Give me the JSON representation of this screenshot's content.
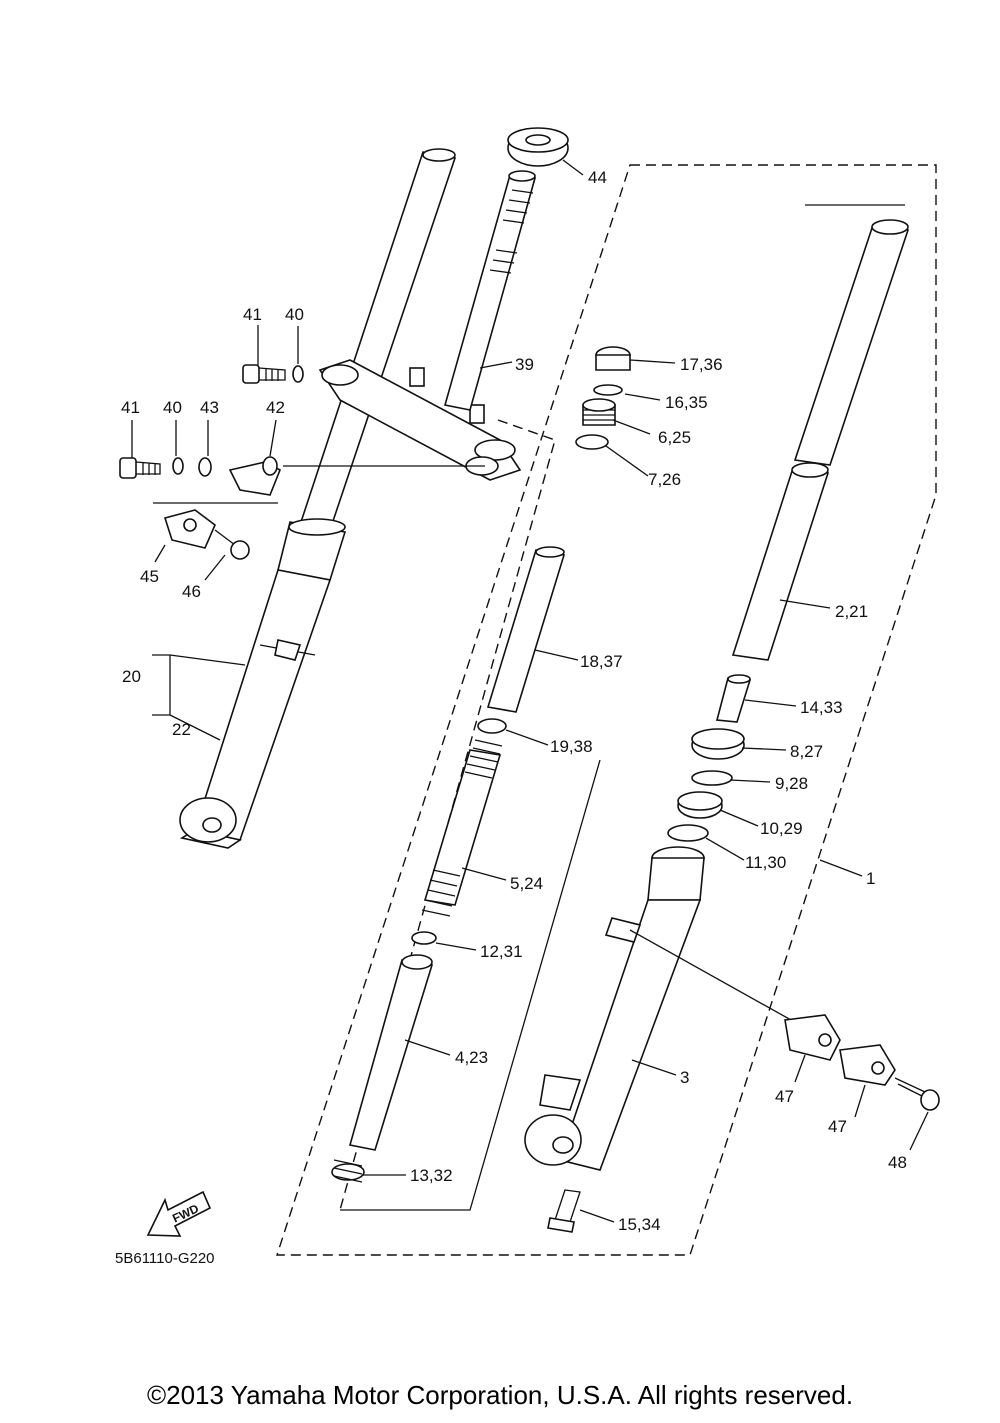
{
  "diagram": {
    "part_labels": [
      "1",
      "2,21",
      "3",
      "4,23",
      "5,24",
      "6,25",
      "7,26",
      "8,27",
      "9,28",
      "10,29",
      "11,30",
      "12,31",
      "13,32",
      "14,33",
      "15,34",
      "16,35",
      "17,36",
      "18,37",
      "19,38",
      "20",
      "22",
      "39",
      "40",
      "40",
      "41",
      "41",
      "42",
      "43",
      "44",
      "45",
      "46",
      "47",
      "47",
      "48"
    ],
    "fwd_label": "FWD",
    "diagram_code": "5B61110-G220"
  },
  "footer": {
    "copyright": "©2013 Yamaha Motor Corporation, U.S.A. All rights reserved."
  },
  "colors": {
    "line": "#111111",
    "background": "#ffffff"
  }
}
